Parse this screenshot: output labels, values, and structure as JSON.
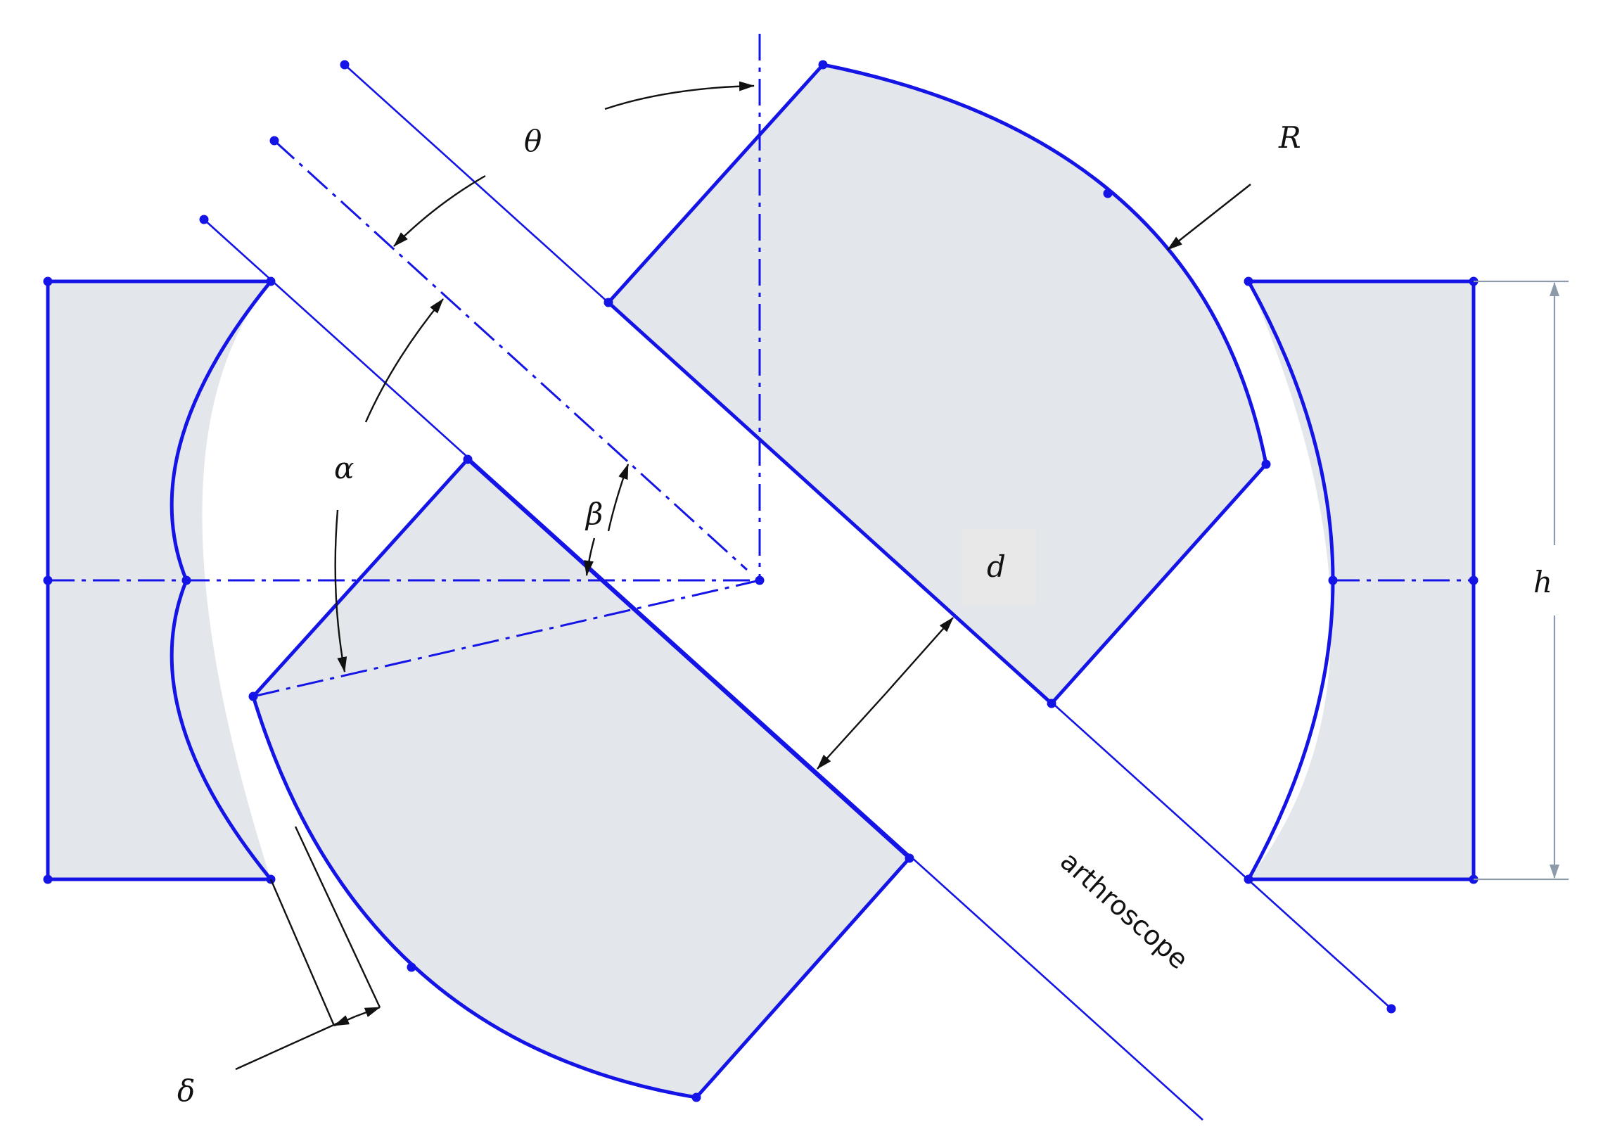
{
  "labels": {
    "theta": "θ",
    "alpha": "α",
    "beta": "β",
    "delta": "δ",
    "R": "R",
    "d": "d",
    "h": "h",
    "arthroscope": "arthroscope"
  },
  "colors": {
    "geometry": "#1414e6",
    "fill": "#e3e6ea",
    "dimension": "#111111",
    "dimension_grey": "#8c9aaa"
  }
}
